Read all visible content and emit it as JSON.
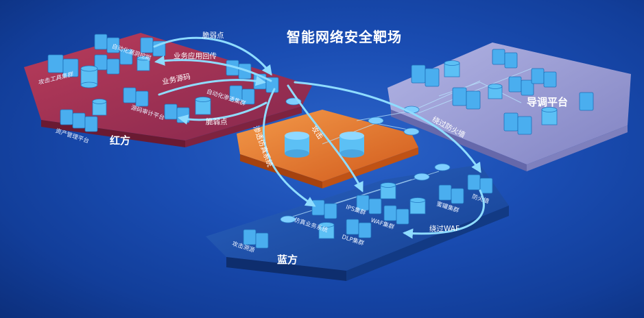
{
  "title": "智能网络安全靶场",
  "zones": {
    "red": "红方",
    "blue": "蓝方",
    "director": "导调平台"
  },
  "red_nodes": {
    "attack_tools": "攻击工具集群",
    "auto_vuln_mining": "自动化漏洞挖掘",
    "code_audit": "源码审计平台",
    "auto_penetration": "自动化渗透集群",
    "asset_management": "资产管理平台"
  },
  "blue_nodes": {
    "sim_business": "仿真业务系统",
    "ips": "IPS集群",
    "waf": "WAF集群",
    "honeypot": "蜜罐集群",
    "firewall": "防火墙",
    "dlp": "DLP集群",
    "attack_trace": "攻击溯源"
  },
  "flows": {
    "vuln_top": "脆弱点",
    "business_feedback": "业务应用回传",
    "business_source": "业务源码",
    "vuln_bottom": "脆弱点",
    "penetrate_sim": "渗透仿真系统",
    "attack": "攻击",
    "bypass_firewall": "绕过防火墙",
    "bypass_waf": "绕过WAF"
  },
  "colors": {
    "red_zone": "#b8324a",
    "blue_zone": "#1b4fa8",
    "director_zone": "#a9a6d6",
    "core_zone": "#e8702a",
    "arrow": "#7fd3ff",
    "server": "#4fb0f0"
  }
}
